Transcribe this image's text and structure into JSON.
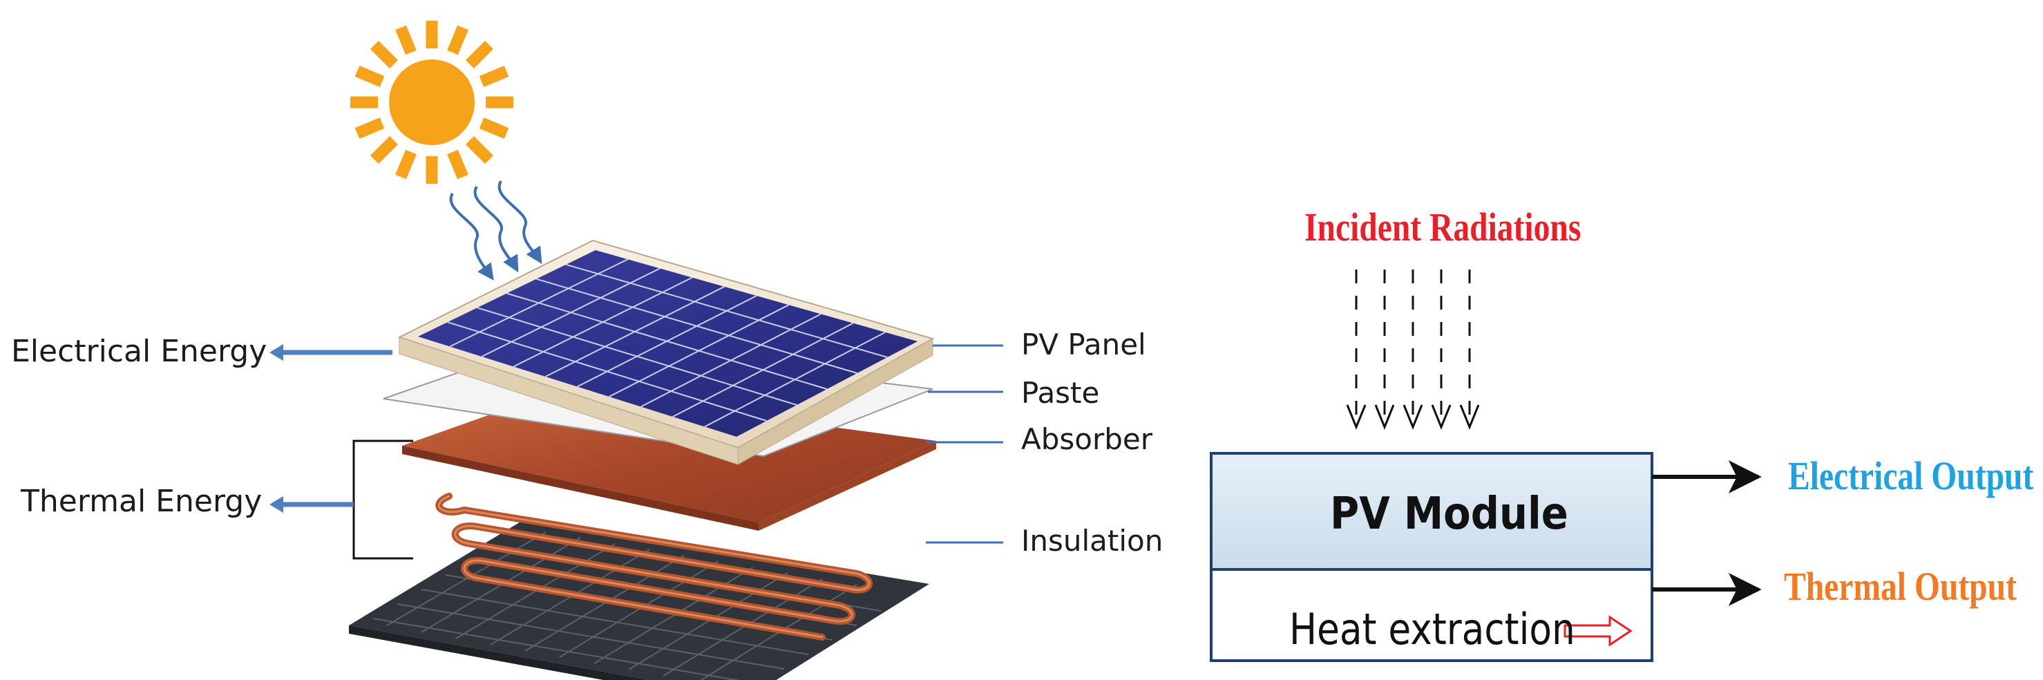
{
  "left_diagram": {
    "energy_labels": {
      "electrical": "Electrical Energy",
      "thermal": "Thermal Energy"
    },
    "layers": [
      "PV Panel",
      "Paste",
      "Absorber",
      "Insulation"
    ],
    "icons": [
      "sun-icon",
      "radiation-waves-icon"
    ]
  },
  "right_diagram": {
    "incident": "Incident Radiations",
    "module_label": "PV Module",
    "heat_label": "Heat extraction",
    "outputs": {
      "electrical": "Electrical Output",
      "thermal": "Thermal Output"
    }
  },
  "colors": {
    "sun": "#f7a21b",
    "pv_cells": "#2f3590",
    "absorber": "#b8552e",
    "insulation": "#2f353b",
    "energy_arrow": "#4f7fbd",
    "incident_text": "#e8202a",
    "electrical_output_text": "#1fa3e0",
    "thermal_output_text": "#f07a25",
    "module_fill": "#d7e6f2",
    "module_border": "#1f3f6e"
  }
}
